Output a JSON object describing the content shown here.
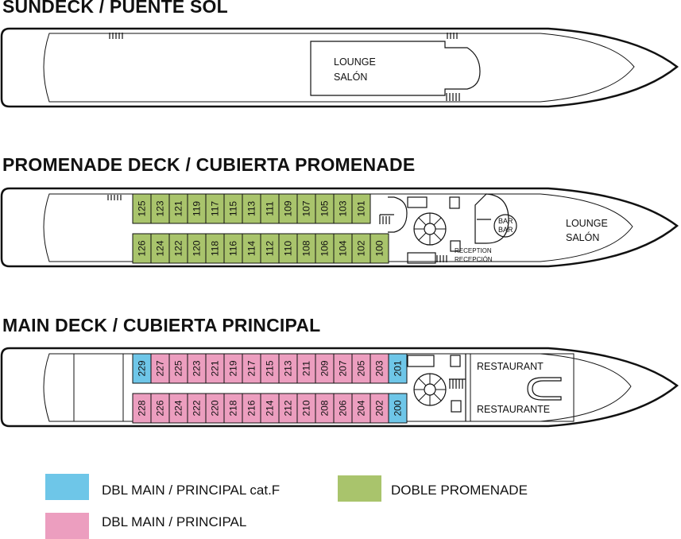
{
  "decks": {
    "sundeck": {
      "title": "SUNDECK / PUENTE SOL",
      "lounge_en": "LOUNGE",
      "lounge_es": "SALÓN"
    },
    "promenade": {
      "title": "PROMENADE DECK / CUBIERTA PROMENADE",
      "top_cabins": [
        "125",
        "123",
        "121",
        "119",
        "117",
        "115",
        "113",
        "111",
        "109",
        "107",
        "105",
        "103",
        "101"
      ],
      "bottom_cabins": [
        "126",
        "124",
        "122",
        "120",
        "118",
        "116",
        "114",
        "112",
        "110",
        "108",
        "106",
        "104",
        "102",
        "100"
      ],
      "bar_en": "BAR",
      "bar_es": "BAR",
      "lounge_en": "LOUNGE",
      "lounge_es": "SALÓN",
      "reception_en": "RECEPTION",
      "reception_es": "RECEPCIÓN"
    },
    "main": {
      "title": "MAIN DECK / CUBIERTA PRINCIPAL",
      "top_cabins": [
        "229",
        "227",
        "225",
        "223",
        "221",
        "219",
        "217",
        "215",
        "213",
        "211",
        "209",
        "207",
        "205",
        "203",
        "201"
      ],
      "bottom_cabins": [
        "228",
        "226",
        "224",
        "222",
        "220",
        "218",
        "216",
        "214",
        "212",
        "210",
        "208",
        "206",
        "204",
        "202",
        "200"
      ],
      "cat_f_cabins": [
        "229",
        "201",
        "200"
      ],
      "restaurant_en": "RESTAURANT",
      "restaurant_es": "RESTAURANTE"
    }
  },
  "legend": [
    {
      "key": "cat_f",
      "label": "DBL MAIN / PRINCIPAL cat.F",
      "color": "#6ec6e8"
    },
    {
      "key": "main",
      "label": "DBL MAIN / PRINCIPAL",
      "color": "#ec9ebf"
    },
    {
      "key": "promenade",
      "label": "DOBLE PROMENADE",
      "color": "#a9c46c"
    }
  ],
  "colors": {
    "promenade_cabin": "#a9c46c",
    "main_cabin": "#ec9ebf",
    "cat_f_cabin": "#6ec6e8"
  }
}
